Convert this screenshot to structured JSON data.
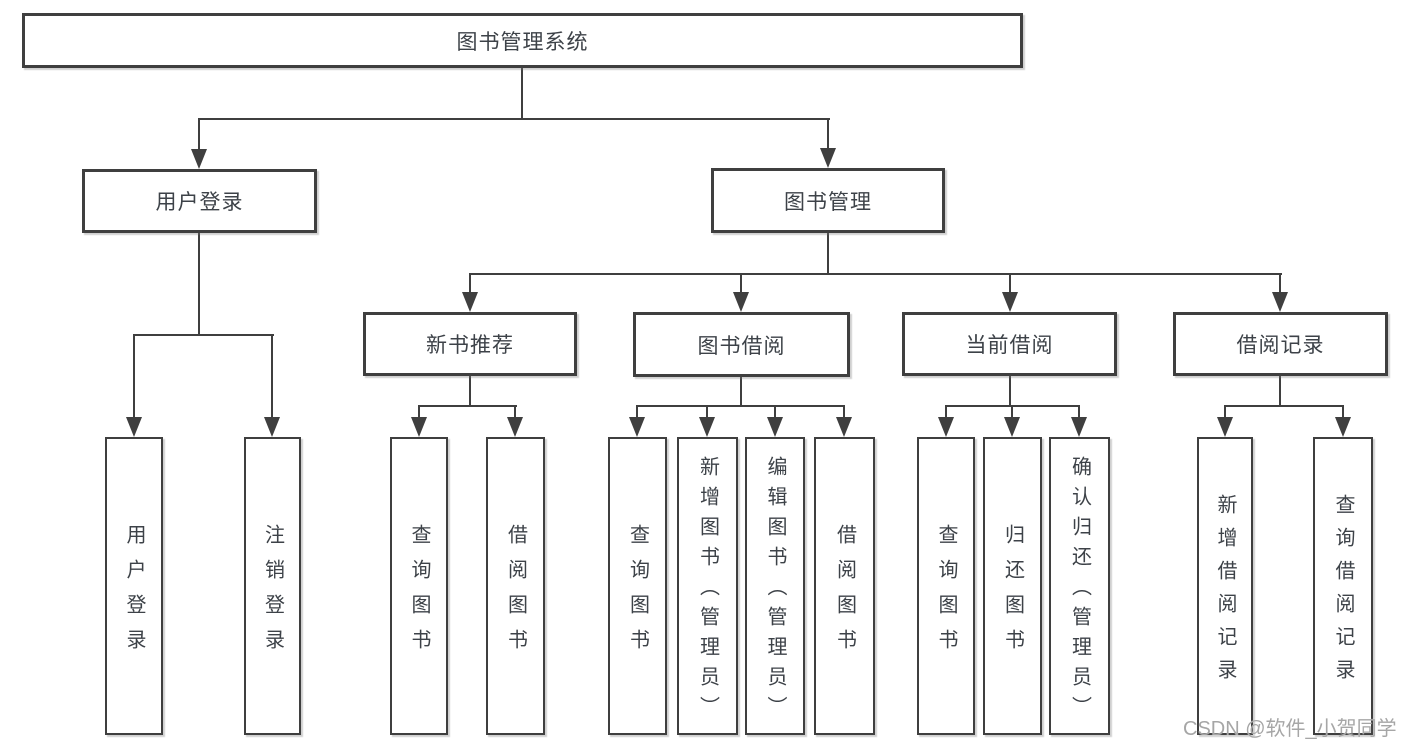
{
  "diagram": {
    "root": {
      "label": "图书管理系统",
      "children": [
        {
          "label": "用户登录",
          "children": [
            {
              "label": "用户登录"
            },
            {
              "label": "注销登录"
            }
          ]
        },
        {
          "label": "图书管理",
          "children": [
            {
              "label": "新书推荐",
              "children": [
                {
                  "label": "查询图书"
                },
                {
                  "label": "借阅图书"
                }
              ]
            },
            {
              "label": "图书借阅",
              "children": [
                {
                  "label": "查询图书"
                },
                {
                  "label": "新增图书（管理员）"
                },
                {
                  "label": "编辑图书（管理员）"
                },
                {
                  "label": "借阅图书"
                }
              ]
            },
            {
              "label": "当前借阅",
              "children": [
                {
                  "label": "查询图书"
                },
                {
                  "label": "归还图书"
                },
                {
                  "label": "确认归还（管理员）"
                }
              ]
            },
            {
              "label": "借阅记录",
              "children": [
                {
                  "label": "新增借阅记录"
                },
                {
                  "label": "查询借阅记录"
                }
              ]
            }
          ]
        }
      ]
    },
    "watermark": "CSDN @软件_小贺同学",
    "colors": {
      "line": "#3f3f3f",
      "text": "#3d4248",
      "watermark": "#a6a6a6",
      "background": "#ffffff"
    }
  }
}
